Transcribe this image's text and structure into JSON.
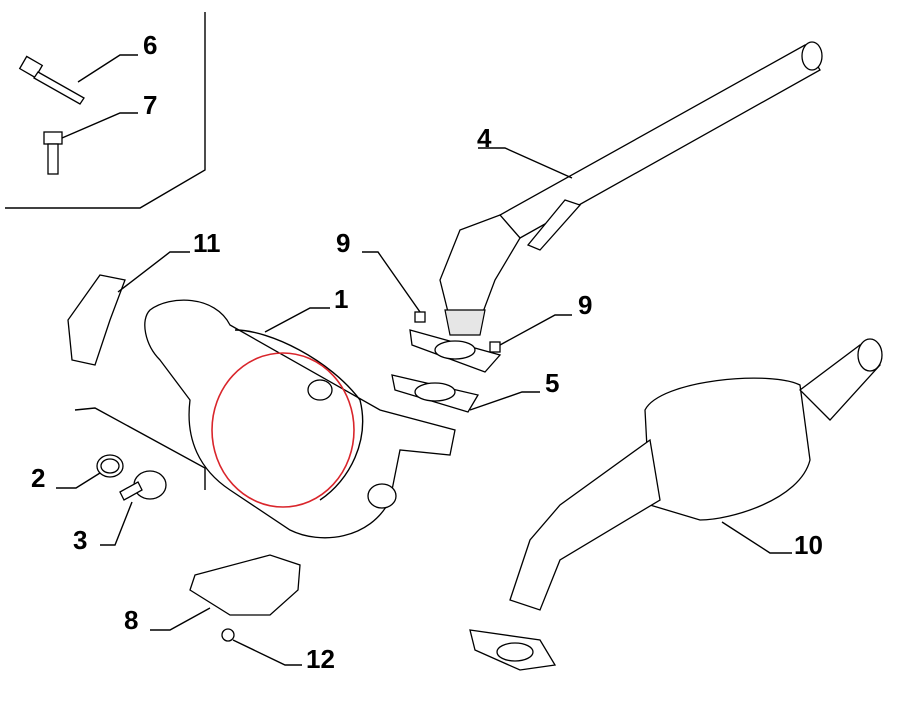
{
  "diagram": {
    "title": "Exhaust catalytic converter / DPF exploded view",
    "highlight_color": "#d9252b",
    "callouts": [
      {
        "id": "c6",
        "text": "6"
      },
      {
        "id": "c7",
        "text": "7"
      },
      {
        "id": "c4",
        "text": "4"
      },
      {
        "id": "c9a",
        "text": "9"
      },
      {
        "id": "c9b",
        "text": "9"
      },
      {
        "id": "c11",
        "text": "11"
      },
      {
        "id": "c1",
        "text": "1"
      },
      {
        "id": "c5",
        "text": "5"
      },
      {
        "id": "c2",
        "text": "2"
      },
      {
        "id": "c3",
        "text": "3"
      },
      {
        "id": "c10",
        "text": "10"
      },
      {
        "id": "c8",
        "text": "8"
      },
      {
        "id": "c12",
        "text": "12"
      }
    ]
  }
}
